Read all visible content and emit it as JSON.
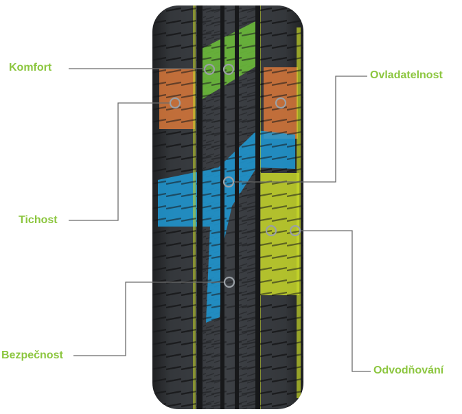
{
  "colors": {
    "label_text": "#8cc63f",
    "leader_line": "#6b6b6b",
    "tire_dark": "#2b2d30",
    "tire_mid": "#3a3d41",
    "groove": "#1a1b1d",
    "comfort_green": "#6fc23a",
    "handling_orange": "#d9783a",
    "quiet_blue": "#1e9ad6",
    "drain_yellow": "#c8d82a",
    "marker_ring": "#9aa0a6"
  },
  "labels": {
    "komfort": "Komfort",
    "tichost": "Tichost",
    "bezpecnost": "Bezpečnost",
    "ovladatelnost": "Ovladatelnost",
    "odvodnovani": "Odvodňování"
  }
}
